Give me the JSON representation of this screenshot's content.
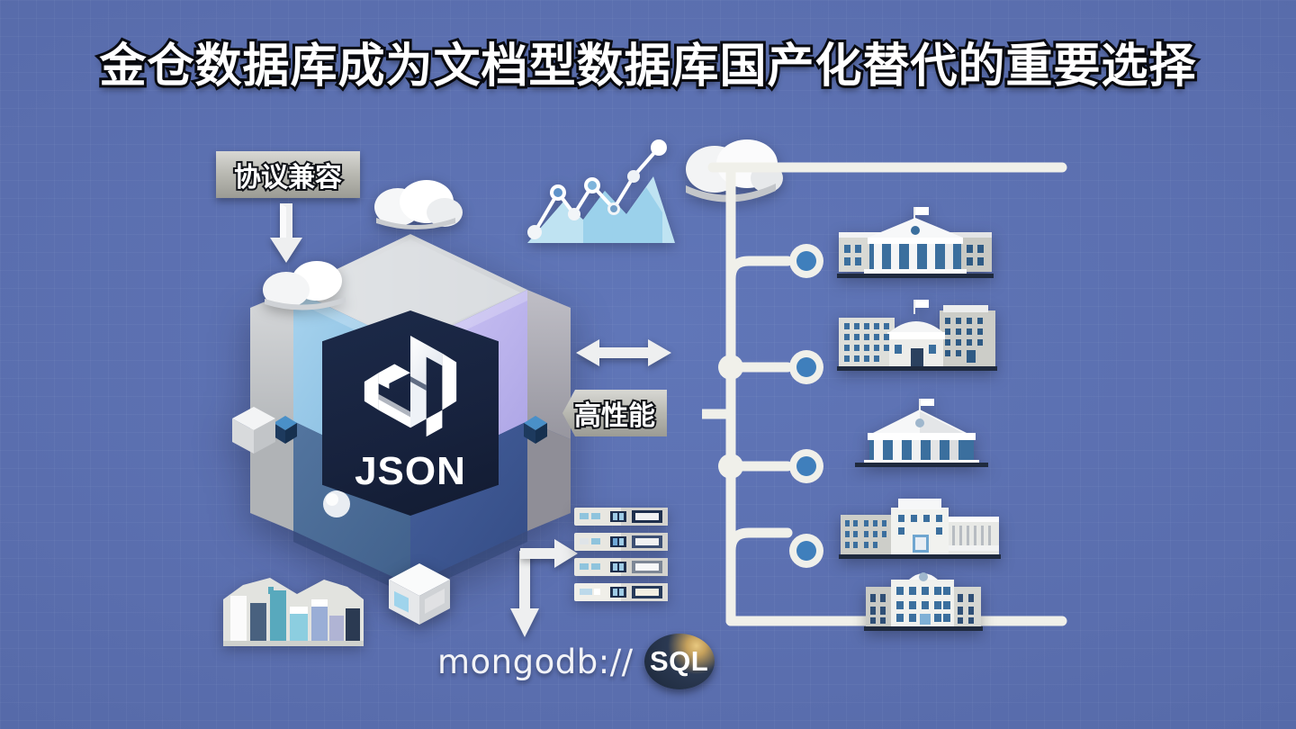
{
  "page": {
    "title": "金仓数据库成为文档型数据库国产化替代的重要选择",
    "background_color": "#5a6eae",
    "accent_color": "#1c2a49"
  },
  "labels": {
    "protocol_compatible": "协议兼容",
    "high_performance": "高性能",
    "json": "JSON",
    "mongodb_uri": "mongodb://",
    "sql": "SQL"
  },
  "icons": {
    "arrow_down_protocol": "arrow-down-icon",
    "arrow_bidirectional": "arrow-left-right-icon",
    "arrow_down_mongo": "arrow-down-icon",
    "arrow_right_server": "arrow-right-icon",
    "cloud_top": "cloud-icon",
    "cloud_left": "cloud-icon",
    "cloud_big": "cloud-icon",
    "line_chart": "growth-chart-icon",
    "skyline": "city-skyline-icon",
    "servers": "server-rack-icon",
    "white_cube": "cube-icon",
    "json_logo": "json-logo-icon"
  },
  "hexagon": {
    "facets": [
      {
        "name": "top-left",
        "color": "#8ec3e6"
      },
      {
        "name": "top-right",
        "color": "#b9b0ec"
      },
      {
        "name": "left",
        "color": "#c3c5c7"
      },
      {
        "name": "right",
        "color": "#a7a6ae"
      },
      {
        "name": "bottom-left",
        "color": "#4a6a96"
      },
      {
        "name": "bottom-right",
        "color": "#3d5691"
      }
    ],
    "node_cube_color": "#2c5f96",
    "node_cube_count": 5
  },
  "network": {
    "trunk_color": "#f0f0ea",
    "node_ring_color": "#f0f0ea",
    "node_fill_color": "#3f7fbc",
    "branch_count": 4,
    "branches": [
      {
        "index": 1,
        "node": "network-node-1"
      },
      {
        "index": 2,
        "node": "network-node-2"
      },
      {
        "index": 3,
        "node": "network-node-3"
      },
      {
        "index": 4,
        "node": "network-node-4"
      }
    ]
  },
  "buildings": [
    {
      "name": "classical-temple-building",
      "flag": true
    },
    {
      "name": "domed-government-building",
      "flag": true
    },
    {
      "name": "columned-courthouse-building",
      "flag": true
    },
    {
      "name": "wide-civic-building",
      "flag": false
    },
    {
      "name": "municipal-office-building",
      "flag": false
    }
  ]
}
